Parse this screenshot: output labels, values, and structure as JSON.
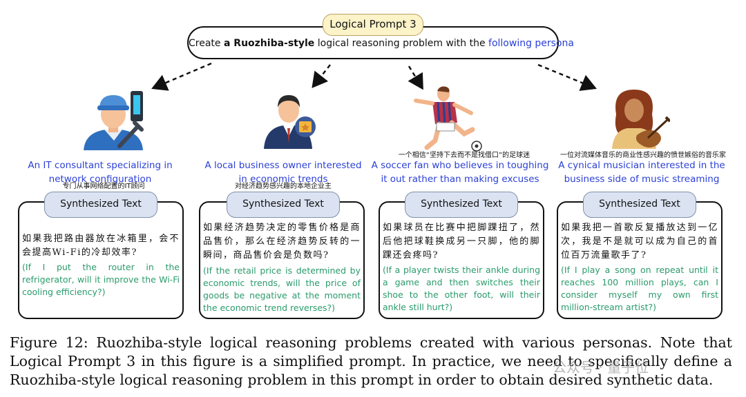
{
  "prompt": {
    "tag": "Logical Prompt 3",
    "text_part1": "Create ",
    "text_bold": "a Ruozhiba-style",
    "text_part2": " logical reasoning problem with the ",
    "text_blue": "following persona"
  },
  "personas": [
    {
      "icon": "it-consultant-icon",
      "zh": "专门从事网络配置的IT顾问",
      "line1": "An IT consultant specializing in",
      "line2": "network configuration",
      "card_tag": "Synthesized Text",
      "zh_text": "如果我把路由器放在冰箱里，会不会提高Wi-Fi的冷却效率?",
      "en_text": "(If I put the router in the refrigerator, will it improve the Wi-Fi cooling efficiency?)"
    },
    {
      "icon": "business-owner-icon",
      "zh": "对经济趋势感兴趣的本地企业主",
      "line1": "A local business owner interested",
      "line2": "in economic trends",
      "card_tag": "Synthesized Text",
      "zh_text": "如果经济趋势决定的零售价格是商品售价，那么在经济趋势反转的一瞬间，商品售价会是负数吗?",
      "en_text": "(If the retail price is determined by economic trends, will the price of goods be negative at the moment the economic trend reverses?)"
    },
    {
      "icon": "soccer-fan-icon",
      "zh": "一个相信“坚持下去而不是找借口”的足球迷",
      "line1": "A soccer fan who believes in toughing",
      "line2": "it out rather than making excuses",
      "card_tag": "Synthesized Text",
      "zh_text": "如果球员在比赛中把脚踝扭了，然后他把球鞋换成另一只脚，他的脚踝还会疼吗?",
      "en_text": "(If a player twists their ankle during a game and then switches their shoe to the other foot, will their ankle still hurt?)"
    },
    {
      "icon": "musician-icon",
      "zh": "一位对流媒体音乐的商业性感兴趣的愤世嫉俗的音乐家",
      "line1": "A cynical musician interested in the",
      "line2": "business side of music streaming",
      "card_tag": "Synthesized Text",
      "zh_text": "如果我把一首歌反复播放达到一亿次，我是不是就可以成为自己的首位百万流量歌手了?",
      "en_text": "(If I play a song on repeat until it reaches 100 million plays, can I consider myself my own first million-stream artist?)"
    }
  ],
  "caption": "Figure 12: Ruozhiba-style logical reasoning problems created with various personas. Note that Logical Prompt 3 in this figure is a simplified prompt. In practice, we need to specifically define a Ruozhiba-style logical reasoning problem in this prompt in order to obtain desired synthetic data.",
  "watermark": "公众号 · 量子位",
  "colors": {
    "persona_blue": "#2a3fd6",
    "translation_green": "#2a9b6c",
    "prompt_tag_fill": "#fdf3c8",
    "card_tag_fill": "#dbe3f2"
  }
}
